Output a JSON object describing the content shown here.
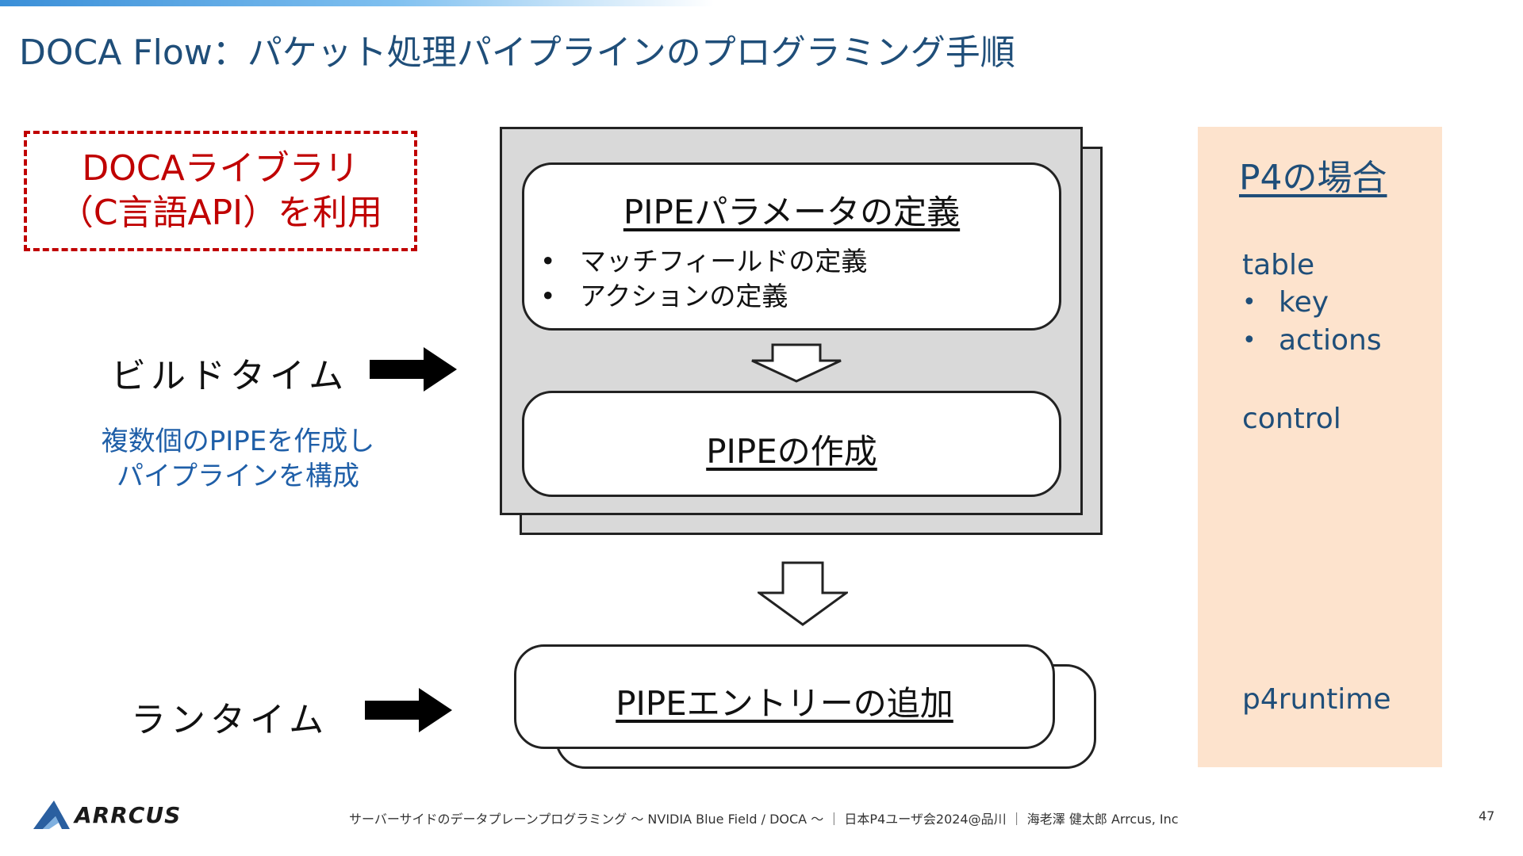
{
  "title": "DOCA Flow：パケット処理パイプラインのプログラミング手順",
  "library": {
    "line1": "DOCAライブラリ",
    "line2": "（C言語API）を利用"
  },
  "build_time": {
    "label": "ビルドタイム",
    "note_line1": "複数個のPIPEを作成し",
    "note_line2": "パイプラインを構成"
  },
  "runtime": {
    "label": "ランタイム"
  },
  "pipe_params": {
    "heading": "PIPEパラメータの定義",
    "bullets": [
      "マッチフィールドの定義",
      "アクションの定義"
    ]
  },
  "pipe_create": {
    "heading": "PIPEの作成"
  },
  "pipe_entry": {
    "heading": "PIPEエントリーの追加"
  },
  "p4": {
    "heading": "P4の場合",
    "table_label": "table",
    "table_items": [
      "key",
      "actions"
    ],
    "control_label": "control",
    "runtime_label": "p4runtime"
  },
  "logo": {
    "text": "ARRCUS"
  },
  "footer": {
    "text": "サーバーサイドのデータプレーンプログラミング 〜 NVIDIA Blue Field / DOCA 〜 ｜ 日本P4ユーザ会2024@品川 ｜ 海老澤 健太郎 Arrcus, Inc",
    "page_number": "47"
  },
  "colors": {
    "title": "#1f4e79",
    "library_border": "#c00000",
    "note": "#1f5fa8",
    "p4_panel": "#fde3cd",
    "stack_fill": "#d9d9d9"
  }
}
